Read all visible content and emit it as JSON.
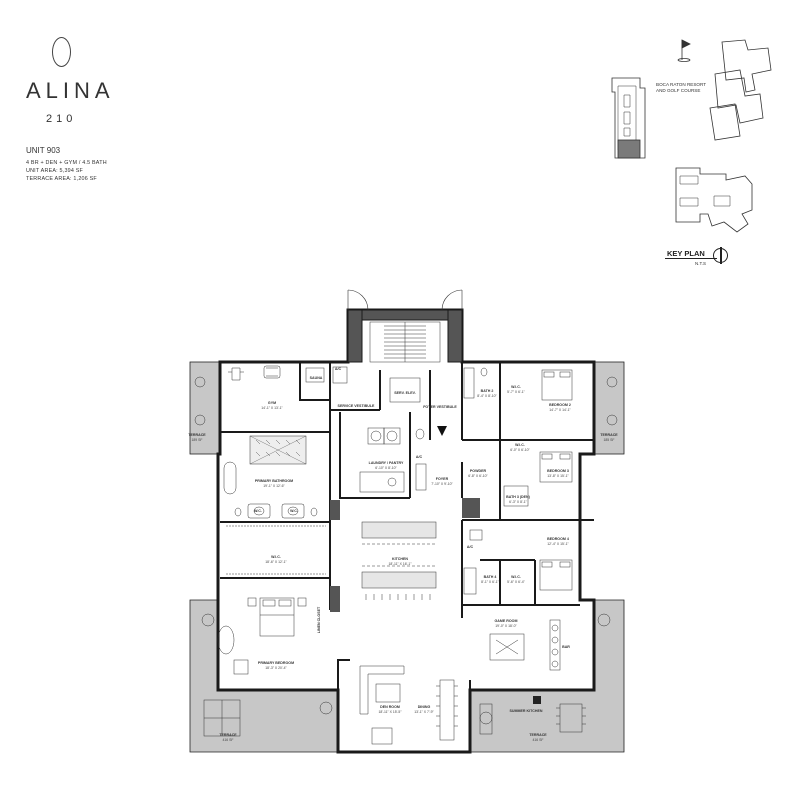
{
  "brand": {
    "name": "ALINA",
    "sub": "210"
  },
  "unit": {
    "title": "UNIT 903",
    "specs": [
      "4 BR  + DEN + GYM / 4.5 BATH",
      "UNIT AREA:  5,394 SF",
      "TERRACE AREA: 1,206 SF"
    ]
  },
  "keyplan": {
    "title": "KEY PLAN",
    "nts": "N.T.S",
    "resort_label_1": "BOCA RATON RESORT",
    "resort_label_2": "AND GOLF COURSE"
  },
  "rooms": {
    "gym": {
      "name": "GYM",
      "dim": "14'-1\" X 13'-1\""
    },
    "sauna": {
      "name": "SAUNA",
      "dim": ""
    },
    "service_vestibule": {
      "name": "SERVICE VESTIBULE"
    },
    "serv_elev": {
      "name": "SERV. ELEV."
    },
    "foyer_vestibule": {
      "name": "FOYER VESTIBULE"
    },
    "laundry_pantry": {
      "name": "LAUNDRY / PANTRY",
      "dim": "6'-10\" X 8'-10\""
    },
    "foyer": {
      "name": "FOYER",
      "dim": "7'-10\" X 9'-10\""
    },
    "powder": {
      "name": "POWDER",
      "dim": "6'-8\" X 6'-10\""
    },
    "ac1": {
      "name": "A/C"
    },
    "ac2": {
      "name": "A/C"
    },
    "ac3": {
      "name": "A/C"
    },
    "primary_bath": {
      "name": "PRIMARY BATHROOM",
      "dim": "19'-1\" X 12'-6\""
    },
    "wc1": {
      "name": "W.C."
    },
    "wc2": {
      "name": "W.C."
    },
    "wic_primary": {
      "name": "W.I.C.",
      "dim": "18'-6\" X 12'-1\""
    },
    "primary_bedroom": {
      "name": "PRIMARY BEDROOM",
      "dim": "18'-3\" X 20'-4\""
    },
    "kitchen": {
      "name": "KITCHEN",
      "dim": "18'-11\" X 16'-1\""
    },
    "den_room": {
      "name": "DEN ROOM",
      "dim": "18'-11\" X 15'-5\""
    },
    "dining": {
      "name": "DINING",
      "dim": "13'-1\" X 7'-9\""
    },
    "game_room": {
      "name": "GAME ROOM",
      "dim": "19'-0\" X 18'-0\""
    },
    "bar": {
      "name": "BAR"
    },
    "summer_kitchen": {
      "name": "SUMMER KITCHEN"
    },
    "bath2": {
      "name": "BATH 2",
      "dim": "8'-4\" X 8'-10\""
    },
    "wic2": {
      "name": "W.I.C.",
      "dim": "5'-7\" X 6'-1\""
    },
    "bedroom2": {
      "name": "BEDROOM 2",
      "dim": "14'-7\" X 14'-1\""
    },
    "wic3": {
      "name": "W.I.C.",
      "dim": "6'-0\" X 6'-10\""
    },
    "bedroom3": {
      "name": "BEDROOM 3",
      "dim": "13'-8\" X 15'-1\""
    },
    "bath3": {
      "name": "BATH 3 (DEN)",
      "dim": "6'-3\" X 8'-1\""
    },
    "bedroom4": {
      "name": "BEDROOM 4",
      "dim": "12'-4\" X 15'-1\""
    },
    "bath4": {
      "name": "BATH 4",
      "dim": "8'-1\" X 6'-1\""
    },
    "wic4": {
      "name": "W.I.C.",
      "dim": "5'-6\" X 6'-4\""
    },
    "terrace_left": {
      "name": "TERRACE",
      "area": "416 SF"
    },
    "terrace_right": {
      "name": "TERRACE",
      "area": "416 SF"
    },
    "terrace_nw": {
      "name": "TERRACE",
      "area": "189 SF"
    },
    "terrace_ne": {
      "name": "TERRACE",
      "area": "185 SF"
    },
    "linen": {
      "name": "LINEN CLOSET"
    }
  }
}
